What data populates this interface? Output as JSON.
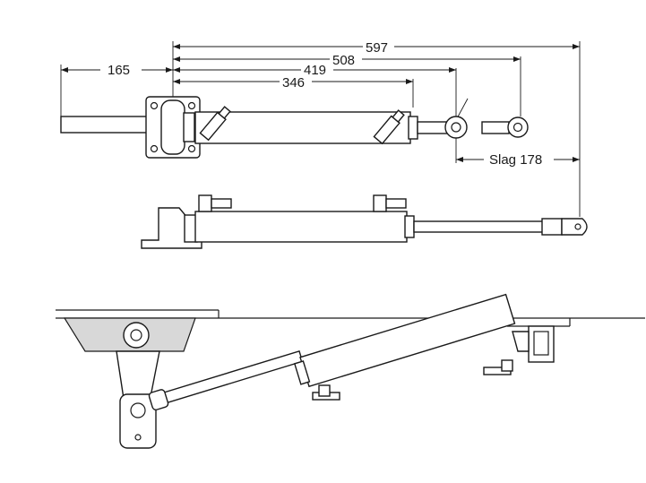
{
  "dimensions": {
    "d597": "597",
    "d508": "508",
    "d419": "419",
    "d346": "346",
    "d165": "165",
    "stroke": "Slag 178"
  },
  "colors": {
    "line": "#1a1a1a",
    "fill": "#ffffff",
    "shade": "#d8d8d8"
  }
}
